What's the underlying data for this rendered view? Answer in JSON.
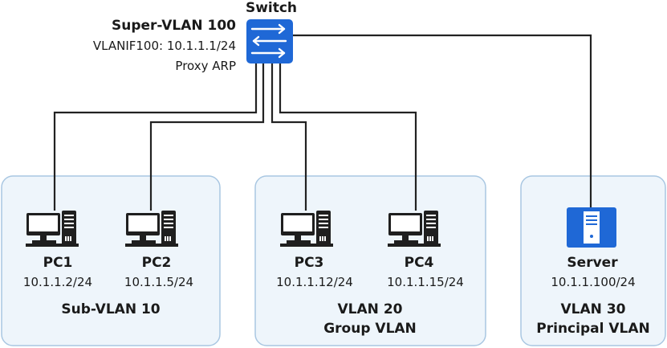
{
  "switch": {
    "title": "Switch",
    "vlan_name": "Super-VLAN 100",
    "vlanif": "VLANIF100: 10.1.1.1/24",
    "feature": "Proxy ARP"
  },
  "groups": [
    {
      "name": "Sub-VLAN 10",
      "subtitle": ""
    },
    {
      "name": "VLAN 20",
      "subtitle": "Group VLAN"
    },
    {
      "name": "VLAN 30",
      "subtitle": "Principal VLAN"
    }
  ],
  "devices": [
    {
      "name": "PC1",
      "ip": "10.1.1.2/24",
      "icon": "pc-icon"
    },
    {
      "name": "PC2",
      "ip": "10.1.1.5/24",
      "icon": "pc-icon"
    },
    {
      "name": "PC3",
      "ip": "10.1.1.12/24",
      "icon": "pc-icon"
    },
    {
      "name": "PC4",
      "ip": "10.1.1.15/24",
      "icon": "pc-icon"
    },
    {
      "name": "Server",
      "ip": "10.1.1.100/24",
      "icon": "server-icon"
    }
  ],
  "colors": {
    "group_fill": "#eef5fb",
    "group_border": "#a9c7e2",
    "switch_blue": "#1f68d6",
    "link": "#222222"
  }
}
